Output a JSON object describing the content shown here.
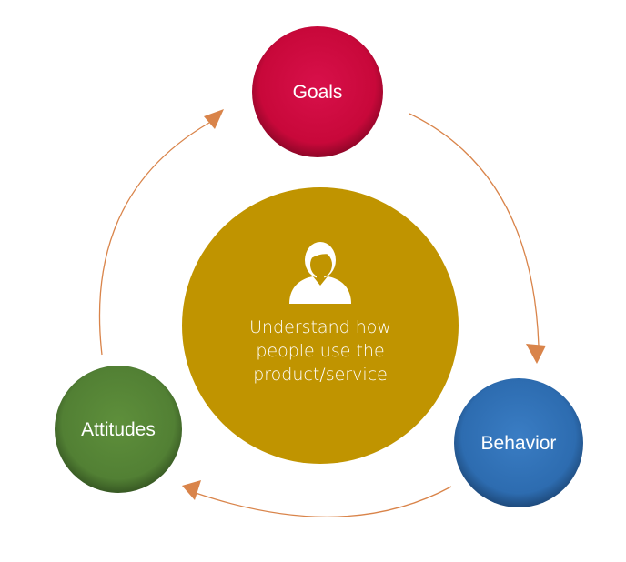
{
  "center": {
    "icon": "person-icon",
    "lines": [
      "Understand how",
      "people use the",
      "product/service"
    ],
    "color": "#c09400"
  },
  "nodes": {
    "goals": {
      "label": "Goals",
      "color": "#cc0a3c"
    },
    "behavior": {
      "label": "Behavior",
      "color": "#2e6fb4"
    },
    "attitudes": {
      "label": "Attitudes",
      "color": "#548235"
    }
  },
  "arrow_color": "#d9844a"
}
